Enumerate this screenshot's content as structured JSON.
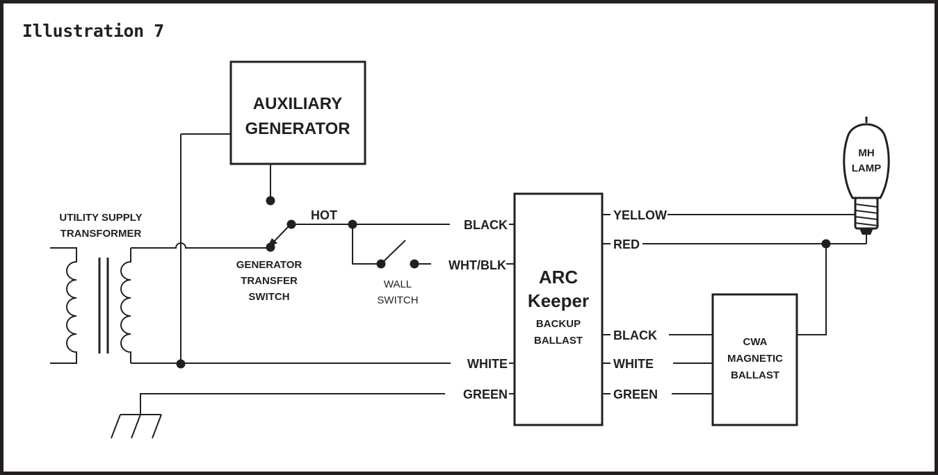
{
  "title": "Illustration 7",
  "generator": {
    "line1": "AUXILIARY",
    "line2": "GENERATOR"
  },
  "transformer": {
    "line1": "UTILITY SUPPLY",
    "line2": "TRANSFORMER"
  },
  "transfer_switch": {
    "line1": "GENERATOR",
    "line2": "TRANSFER",
    "line3": "SWITCH"
  },
  "hot_label": "HOT",
  "wall_switch": {
    "line1": "WALL",
    "line2": "SWITCH"
  },
  "arc_keeper": {
    "line1": "ARC",
    "line2": "Keeper",
    "line3": "BACKUP",
    "line4": "BALLAST"
  },
  "arc_left_wires": {
    "black": "BLACK",
    "wht_blk": "WHT/BLK",
    "white": "WHITE",
    "green": "GREEN"
  },
  "arc_right_wires": {
    "yellow": "YELLOW",
    "red": "RED",
    "black": "BLACK",
    "white": "WHITE",
    "green": "GREEN"
  },
  "cwa": {
    "line1": "CWA",
    "line2": "MAGNETIC",
    "line3": "BALLAST"
  },
  "lamp": {
    "line1": "MH",
    "line2": "LAMP"
  },
  "colors": {
    "ink": "#231f20",
    "background": "#ffffff"
  }
}
